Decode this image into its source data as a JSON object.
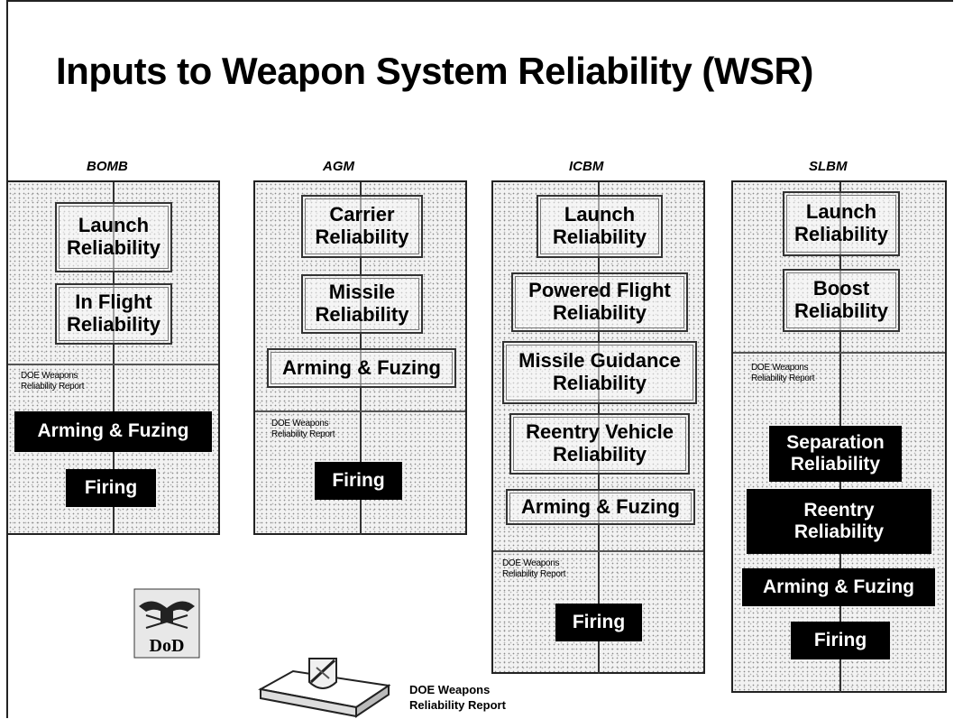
{
  "title": "Inputs to Weapon System Reliability (WSR)",
  "columns": [
    {
      "label": "BOMB",
      "outlined": [
        "Launch\nReliability",
        "In Flight\nReliability"
      ],
      "doe_note": "DOE Weapons\nReliability Report",
      "dark": [
        "Arming & Fuzing",
        "Firing"
      ]
    },
    {
      "label": "AGM",
      "outlined": [
        "Carrier\nReliability",
        "Missile\nReliability",
        "Arming & Fuzing"
      ],
      "doe_note": "DOE Weapons\nReliability Report",
      "dark": [
        "Firing"
      ]
    },
    {
      "label": "ICBM",
      "outlined": [
        "Launch\nReliability",
        "Powered Flight\nReliability",
        "Missile Guidance\nReliability",
        "Reentry Vehicle\nReliability",
        "Arming & Fuzing"
      ],
      "doe_note": "DOE Weapons\nReliability Report",
      "dark": [
        "Firing"
      ]
    },
    {
      "label": "SLBM",
      "outlined": [
        "Launch\nReliability",
        "Boost\nReliability"
      ],
      "doe_note": "DOE Weapons\nReliability Report",
      "dark": [
        "Separation\nReliability",
        "Reentry\nReliability",
        "Arming & Fuzing",
        "Firing"
      ]
    }
  ],
  "legend": {
    "doe_report": "DOE Weapons\nReliability Report",
    "dod_logo_text": "DoD"
  },
  "colors": {
    "dark_box": "#000000",
    "text": "#000000",
    "background": "#ffffff"
  }
}
